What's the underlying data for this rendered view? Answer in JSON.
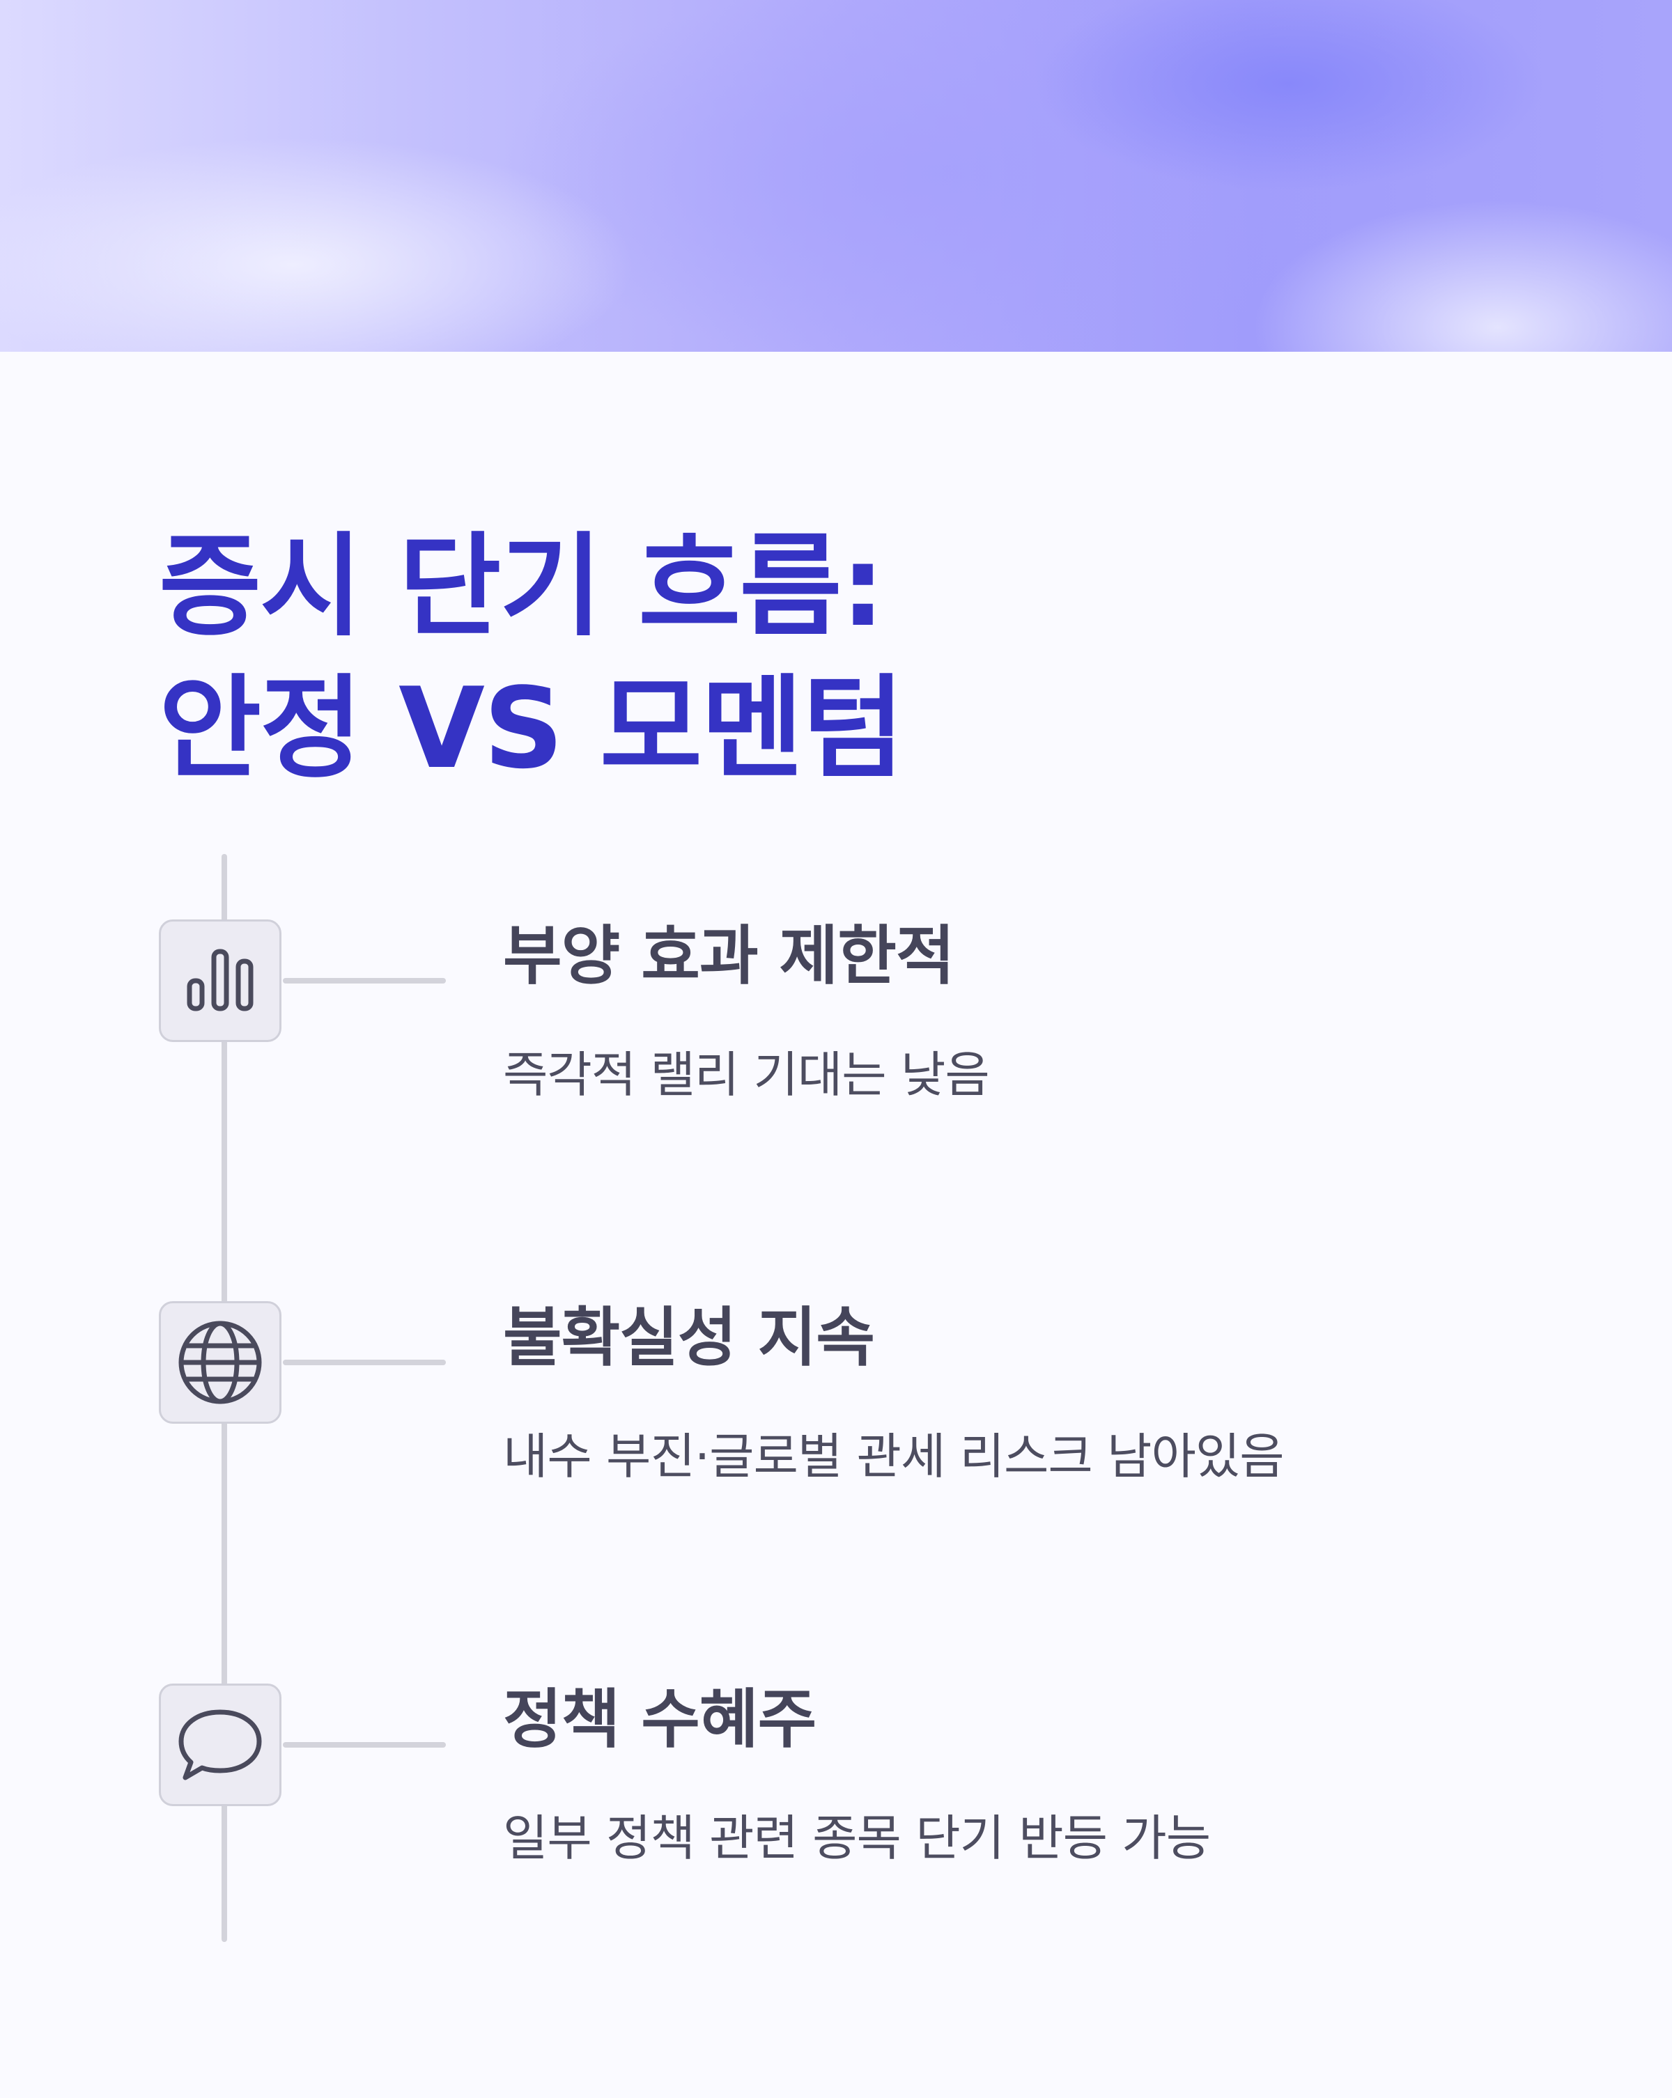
{
  "header": {
    "title_line1": "증시 단기 흐름:",
    "title_line2": "안정 VS 모멘텀"
  },
  "items": [
    {
      "icon": "bar-chart-icon",
      "title": "부양 효과 제한적",
      "description": "즉각적 랠리 기대는 낮음"
    },
    {
      "icon": "globe-icon",
      "title": "불확실성 지속",
      "description": "내수 부진·글로벌 관세 리스크 남아있음"
    },
    {
      "icon": "speech-bubble-icon",
      "title": "정책 수혜주",
      "description": "일부 정책 관련 종목 단기 반등 가능"
    }
  ],
  "colors": {
    "accent": "#3533c4",
    "text": "#45455a",
    "line": "#d3d3db",
    "icon_stroke": "#4a4a5c"
  }
}
